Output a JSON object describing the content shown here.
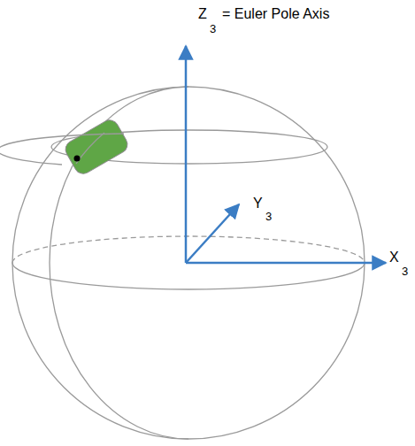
{
  "diagram": {
    "labels": [
      "Z",
      "3",
      "= Euler Pole Axis",
      "Y",
      "3",
      "X",
      "3"
    ]
  }
}
